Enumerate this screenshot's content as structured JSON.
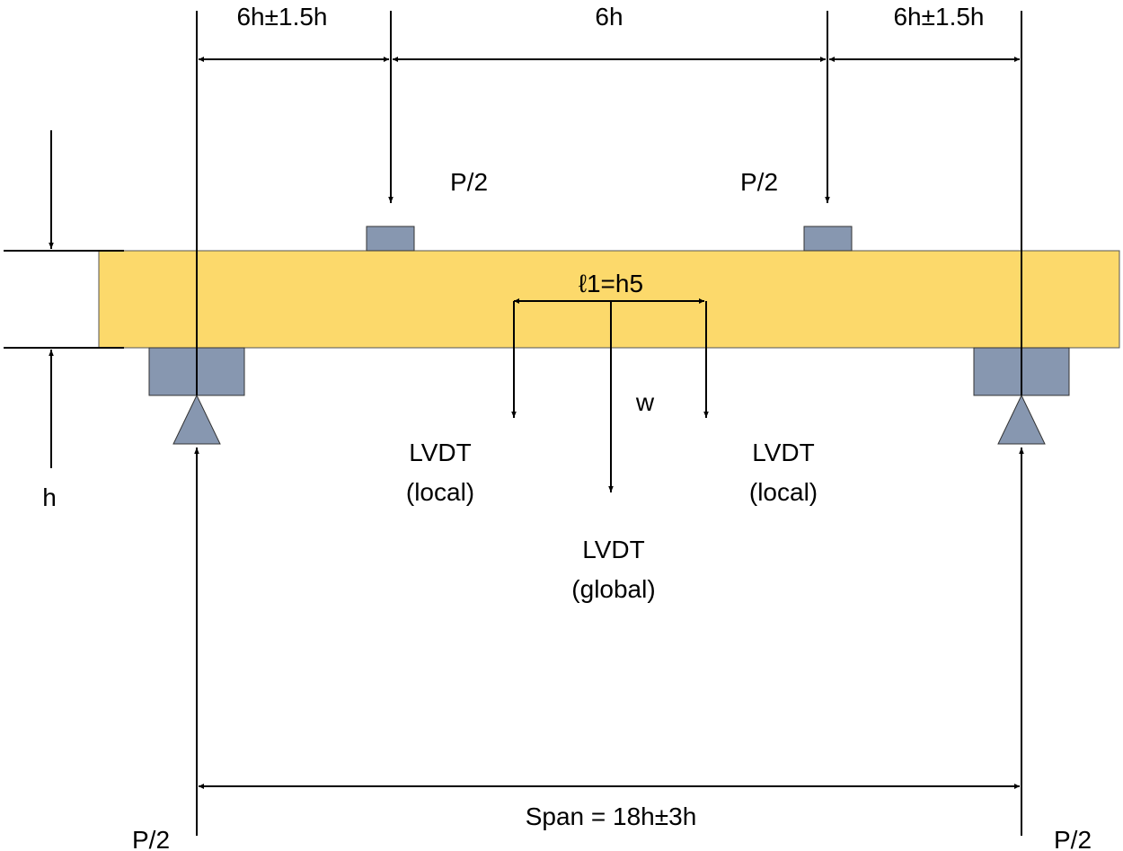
{
  "colors": {
    "beam_fill": "#FCD96B",
    "support_fill": "#8797B0",
    "line": "#000000"
  },
  "dimensions": {
    "left_shear_span": "6h±1.5h",
    "middle_span": "6h",
    "right_shear_span": "6h±1.5h",
    "span": "Span = 18h±3h",
    "depth": "h"
  },
  "loads": {
    "left_load": "P/2",
    "right_load": "P/2"
  },
  "reactions": {
    "left_reaction": "P/2",
    "right_reaction": "P/2"
  },
  "gauge": {
    "local_length": "ℓ1=h5",
    "deflection_symbol": "w"
  },
  "lvdt": {
    "left_local": [
      "LVDT",
      "(local)"
    ],
    "right_local": [
      "LVDT",
      "(local)"
    ],
    "global": [
      "LVDT",
      "(global)"
    ]
  }
}
